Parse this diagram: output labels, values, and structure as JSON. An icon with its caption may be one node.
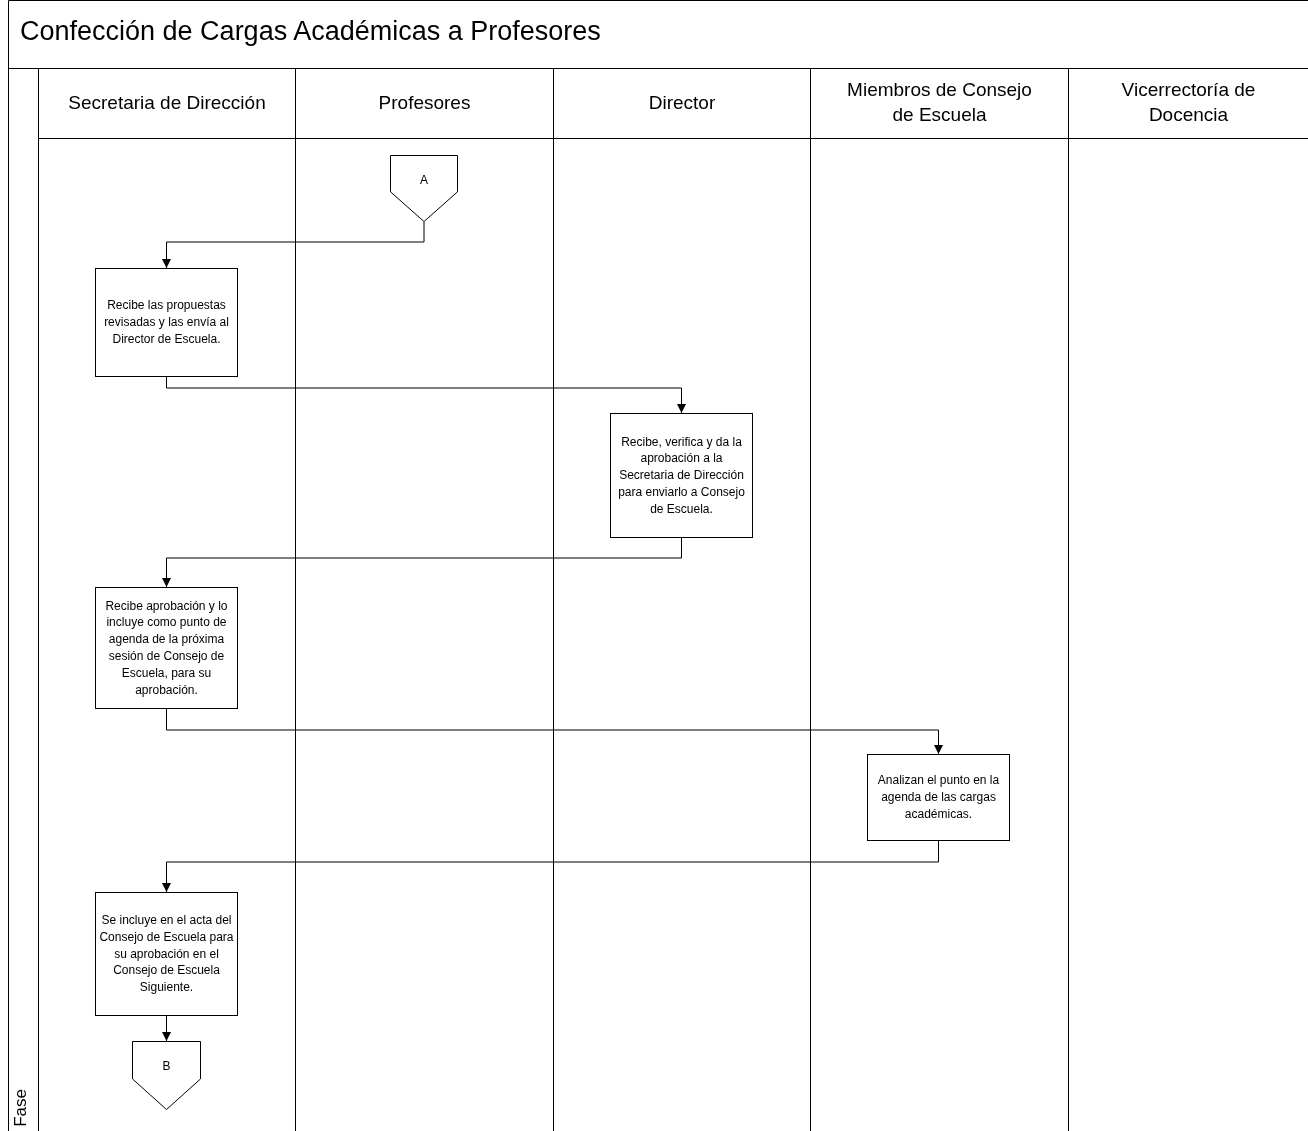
{
  "diagram": {
    "title": "Confección de Cargas Académicas a Profesores",
    "nodes": [
      {
        "text": [
          "Secretaria de Dirección"
        ]
      },
      {
        "text": [
          "Profesores"
        ]
      },
      {
        "text": [
          "Director"
        ]
      },
      {
        "text": [
          "Miembros de Consejo de Escuela"
        ]
      },
      {
        "text": [
          "Vicerrectoría de Docencia"
        ]
      },
      {
        "text": [
          "Fase"
        ]
      },
      {
        "text": [
          "A"
        ],
        "in": 1
      },
      {
        "text": [
          "Recibe las propuestas revisadas y las envía al Director de Escuela."
        ],
        "in": 0
      },
      {
        "text": [
          "Recibe, verifica y da la aprobación a la Secretaria de Dirección para enviarlo a Consejo de Escuela."
        ],
        "in": 2
      },
      {
        "text": [
          "Recibe aprobación y lo incluye como punto de agenda de la próxima sesión de Consejo de Escuela, para su aprobación."
        ],
        "in": 0
      },
      {
        "text": [
          "Analizan el punto en la agenda de las cargas académicas."
        ],
        "in": 3
      },
      {
        "text": [
          "Se incluye en el acta del Consejo de Escuela para su aprobación en el Consejo de Escuela Siguiente."
        ],
        "in": 0
      },
      {
        "text": [
          "B"
        ],
        "in": 0
      }
    ],
    "edges": [
      {
        "from": 6,
        "to": 7,
        "arrow": "to"
      },
      {
        "from": 7,
        "to": 8,
        "arrow": "to"
      },
      {
        "from": 8,
        "to": 9,
        "arrow": "to"
      },
      {
        "from": 9,
        "to": 10,
        "arrow": "to"
      },
      {
        "from": 10,
        "to": 11,
        "arrow": "to"
      },
      {
        "from": 11,
        "to": 12,
        "arrow": "to"
      }
    ]
  }
}
